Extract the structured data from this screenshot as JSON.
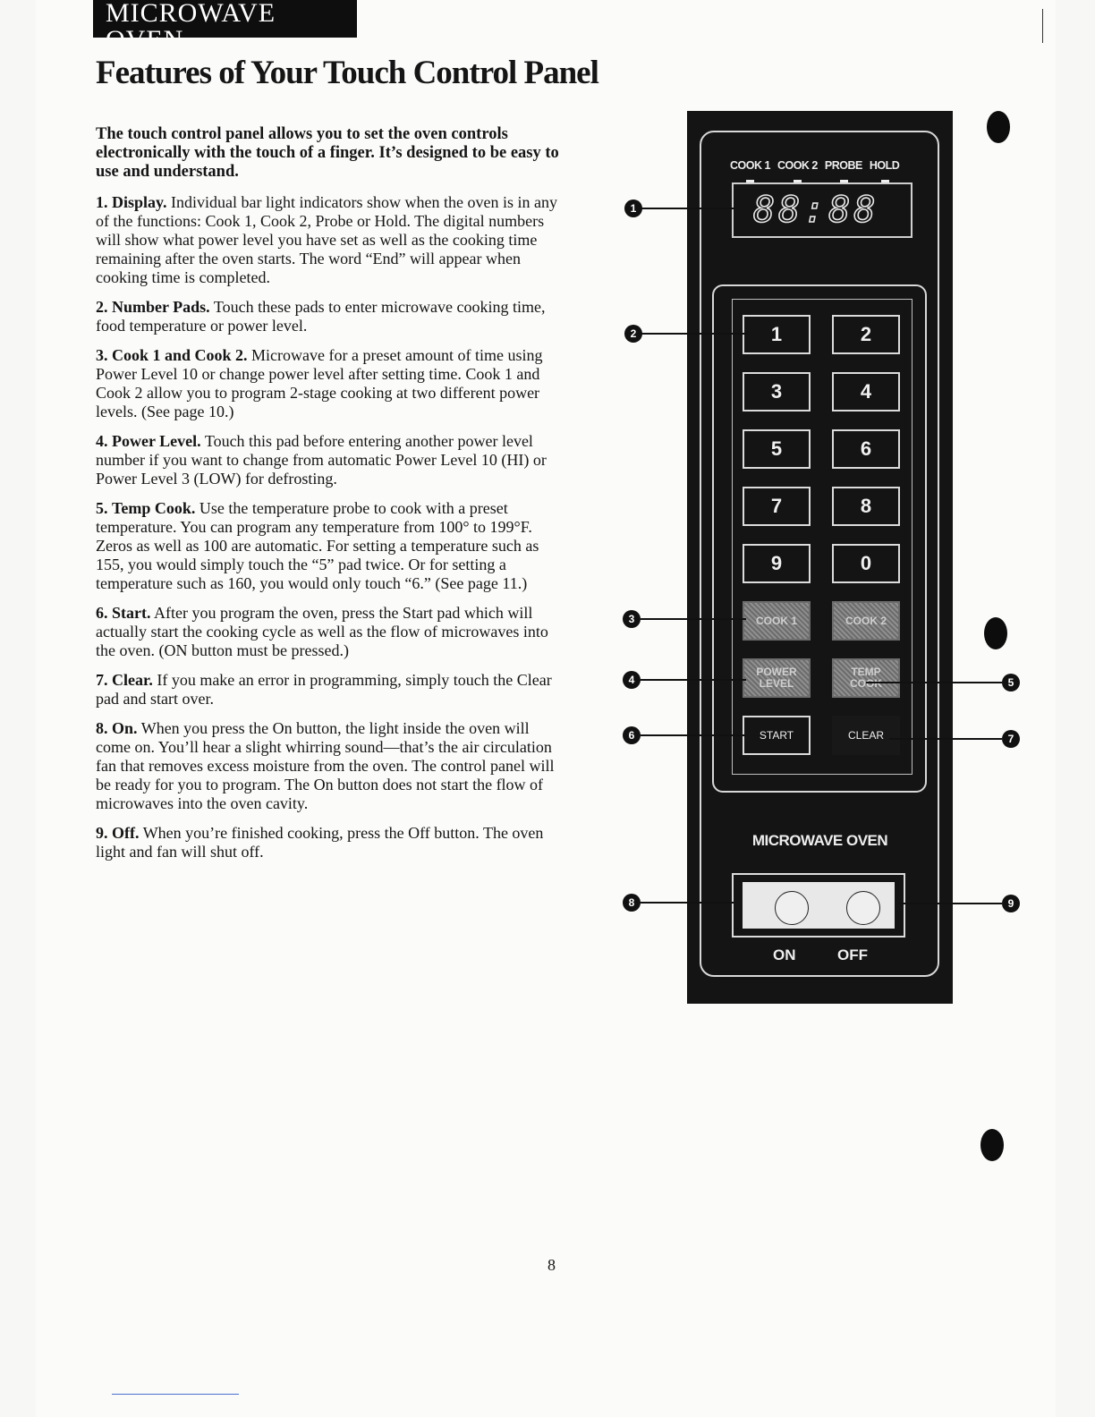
{
  "header": {
    "section_label": "MICROWAVE OVEN"
  },
  "title": "Features of Your Touch Control Panel",
  "intro": "The touch control panel allows you to set the oven controls electronically with the touch of a finger. It’s designed to be easy to use and understand.",
  "features": [
    {
      "num": "1.",
      "title": "Display.",
      "text": "Individual bar light indicators show when the oven is in any of the functions: Cook 1, Cook 2, Probe or Hold. The digital numbers will show what power level you have set as well as the cooking time remaining after the oven starts. The word “End” will appear when cooking time is completed."
    },
    {
      "num": "2.",
      "title": "Number Pads.",
      "text": "Touch these pads to enter microwave cooking time, food temperature or power level."
    },
    {
      "num": "3.",
      "title": "Cook 1 and Cook 2.",
      "text": "Microwave for a preset amount of time using Power Level 10 or change power level after setting time. Cook 1 and Cook 2 allow you to program 2-stage cooking at two different power levels. (See page 10.)"
    },
    {
      "num": "4.",
      "title": "Power Level.",
      "text": "Touch this pad before entering another power level number if you want to change from automatic Power Level 10 (HI) or Power Level 3 (LOW) for defrosting."
    },
    {
      "num": "5.",
      "title": "Temp Cook.",
      "text": "Use the temperature probe to cook with a preset temperature. You can program any temperature from 100° to 199°F. Zeros as well as 100 are automatic. For setting a temperature such as 155, you would simply touch the “5” pad twice. Or for setting a temperature such as 160, you would only touch “6.” (See page 11.)"
    },
    {
      "num": "6.",
      "title": "Start.",
      "text": "After you program the oven, press the Start pad which will actually start the cooking cycle as well as the flow of microwaves into the oven. (ON button must be pressed.)"
    },
    {
      "num": "7.",
      "title": "Clear.",
      "text": "If you make an error in programming, simply touch the Clear pad and start over."
    },
    {
      "num": "8.",
      "title": "On.",
      "text": "When you press the On button, the light inside the oven will come on. You’ll hear a slight whirring sound—that’s the air circulation fan that removes excess moisture from the oven. The control panel will be ready for you to program. The On button does not start the flow of microwaves into the oven cavity."
    },
    {
      "num": "9.",
      "title": "Off.",
      "text": "When you’re finished cooking, press the Off button. The oven light and fan will shut off."
    }
  ],
  "panel": {
    "indicators": [
      "COOK 1",
      "COOK 2",
      "PROBE",
      "HOLD"
    ],
    "display_digits": "88:88",
    "number_keys": [
      "1",
      "2",
      "3",
      "4",
      "5",
      "6",
      "7",
      "8",
      "9",
      "0"
    ],
    "cook1_label": "COOK 1",
    "cook2_label": "COOK 2",
    "power_level_label": "POWER LEVEL",
    "temp_cook_label": "TEMP COOK",
    "start_label": "START",
    "clear_label": "CLEAR",
    "brand_label": "MICROWAVE OVEN",
    "on_label": "ON",
    "off_label": "OFF"
  },
  "callouts": [
    "1",
    "2",
    "3",
    "4",
    "5",
    "6",
    "7",
    "8",
    "9"
  ],
  "page_number": "8"
}
